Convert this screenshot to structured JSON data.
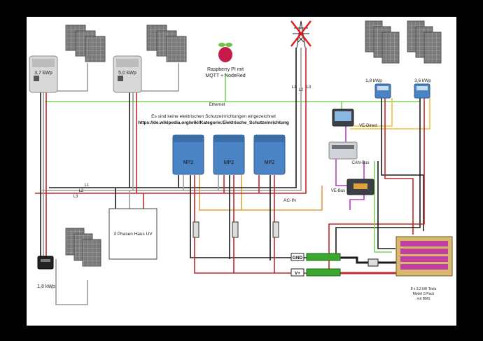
{
  "colors": {
    "frame": "#000000",
    "sheet": "#ffffff",
    "panel": "#6e6e6e",
    "inverter_blue": "#4a84c4",
    "wire_red": "#c0282d",
    "wire_black": "#1a1a1a",
    "wire_gray": "#9a9a9a",
    "wire_green": "#7ad35a",
    "wire_yellow": "#f0c040",
    "wire_purple": "#b040c0",
    "wire_orange": "#e0a040",
    "busbar_green": "#3aa830",
    "battery_pink": "#c040a0"
  },
  "labels": {
    "inverter_left_kwp": "3,7 kWp",
    "inverter_mid_kwp": "5,0 kWp",
    "raspberry_title": "Raspberry PI mit",
    "raspberry_sub": "MQTT + NodeRed",
    "ethernet": "Ethernet",
    "grid_l1": "L1",
    "grid_l2": "L2",
    "grid_l3": "L3",
    "mppt_left_kwp": "1,8 kWp",
    "mppt_right_kwp": "3,6 kWp",
    "warning_line1": "Es sind keine elektrischen Schutzeinrichtungen eingezeichnet",
    "warning_line2": "https://de.wikipedia.org/wiki/Kategorie:Elektrische_Schutzeinrichtung",
    "ve_direct": "VE-Direct",
    "can_bus": "CAN-Bus",
    "ve_bus": "VE-Bus",
    "mp2_1": "MP2",
    "mp2_2": "MP2",
    "mp2_3": "MP2",
    "ac_in": "AC-IN",
    "house_dist": "3 Phasen Haus UV",
    "micro_kwp": "1,8 kWp",
    "gnd": "GND",
    "vplus": "V+",
    "battery_l1": "8 x 3,3 kW Tesla",
    "battery_l2": "Model S Pack",
    "battery_l3": "mit BMS",
    "phase_l1": "L1",
    "phase_l2": "L2",
    "phase_l3": "L3"
  },
  "icons": [
    "solar-panel-icon",
    "grid-inverter-icon",
    "raspberry-pi-icon",
    "power-pylon-icon",
    "cross-out-icon",
    "mppt-controller-icon",
    "cerbo-gx-icon",
    "color-control-icon",
    "multiplus-icon",
    "bms-icon",
    "fuse-icon",
    "busbar-icon",
    "shunt-icon",
    "battery-rack-icon",
    "micro-inverter-icon"
  ]
}
